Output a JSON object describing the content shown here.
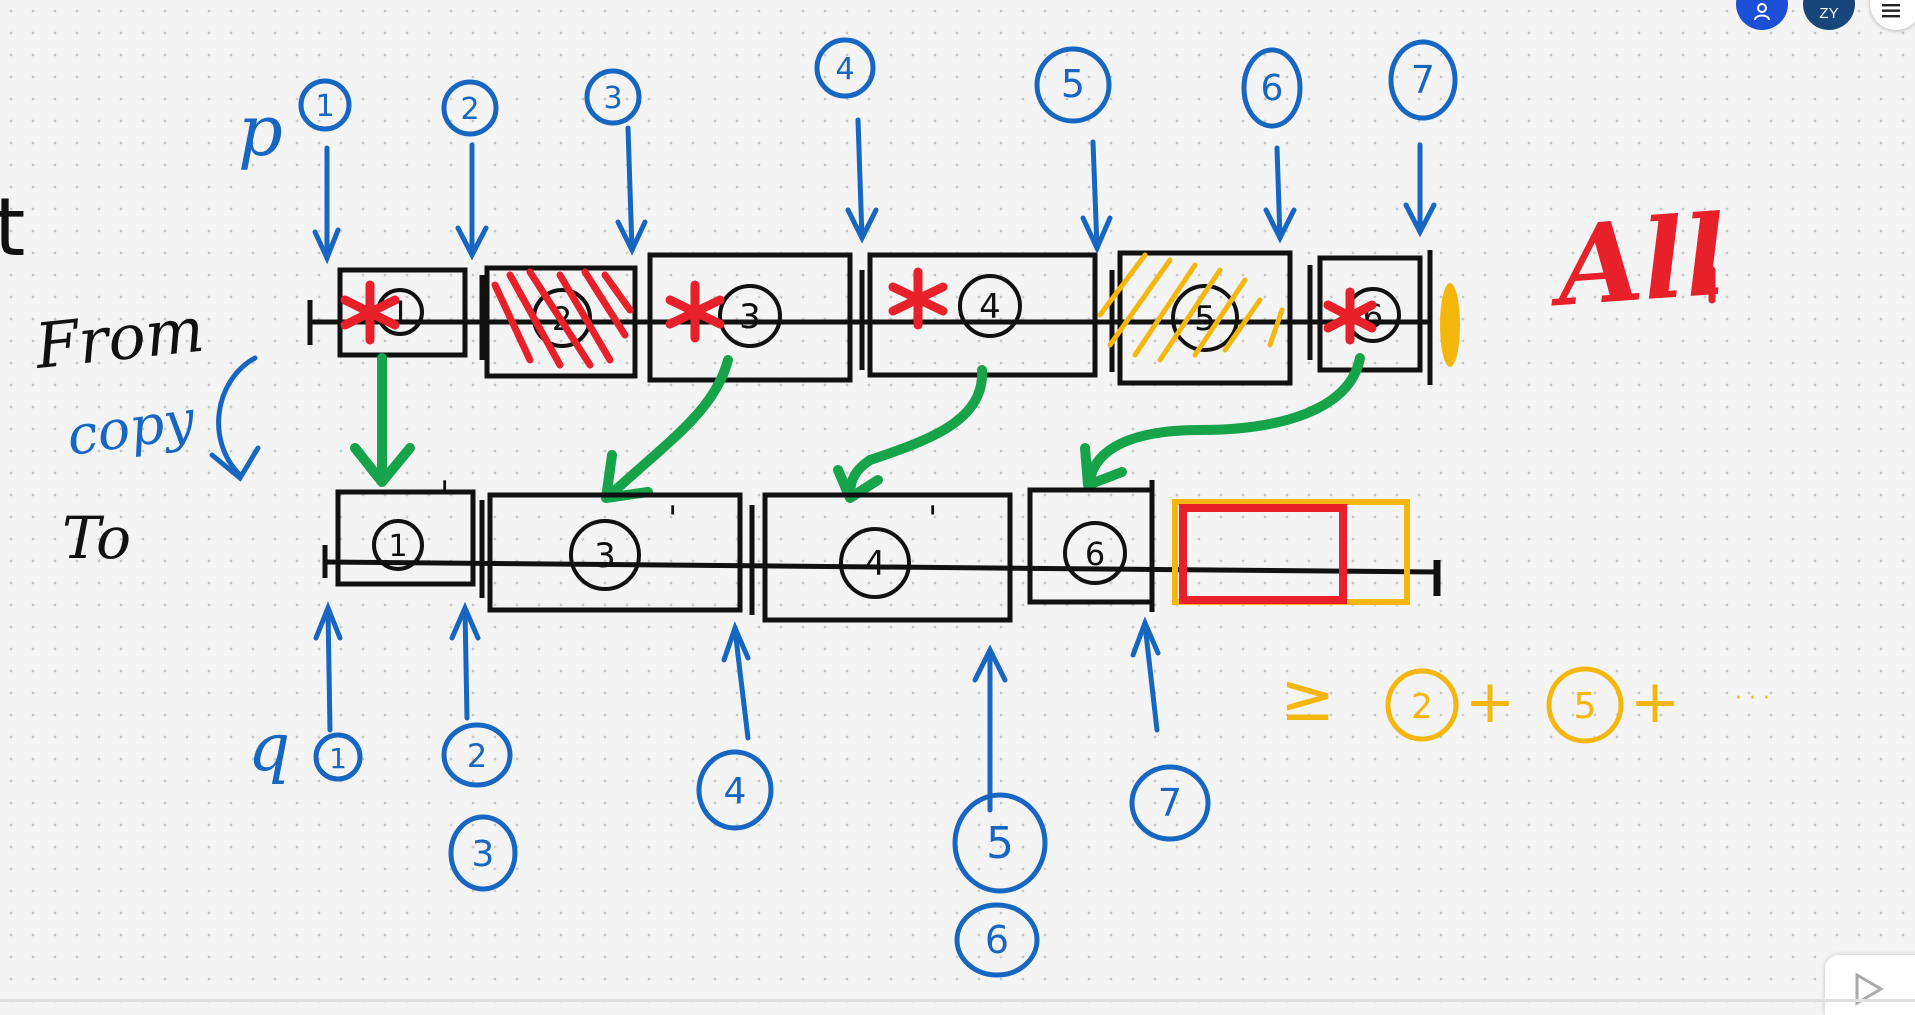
{
  "colors": {
    "black": "#111111",
    "blue": "#1766c2",
    "red": "#e8202a",
    "green": "#16a34a",
    "yellow": "#f5b60d",
    "avatar_person": "#1a4fd6",
    "avatar_zy": "#17467a"
  },
  "toolbar": {
    "person_icon": "person-icon",
    "user_initials": "ZY",
    "menu_icon": "hamburger-menu-icon",
    "play_icon": "play-icon"
  },
  "left_labels": {
    "partial_letter": "t",
    "from": "From",
    "copy": "copy",
    "to": "To"
  },
  "pointer_labels": {
    "p": "p",
    "q": "q"
  },
  "from_space": {
    "objects": [
      "1",
      "2",
      "3",
      "4",
      "5",
      "6"
    ]
  },
  "to_space": {
    "objects": [
      "1",
      "3",
      "4",
      "6"
    ],
    "prime": "'"
  },
  "p_positions": [
    "1",
    "2",
    "3",
    "4",
    "5",
    "6",
    "7"
  ],
  "q_positions": [
    "1",
    "2",
    "3",
    "4",
    "5",
    "6",
    "7"
  ],
  "heading_right": "All",
  "summary": {
    "geq": "≥",
    "terms": [
      "2",
      "5"
    ],
    "plus": "+",
    "ellipsis": "· · ·"
  }
}
